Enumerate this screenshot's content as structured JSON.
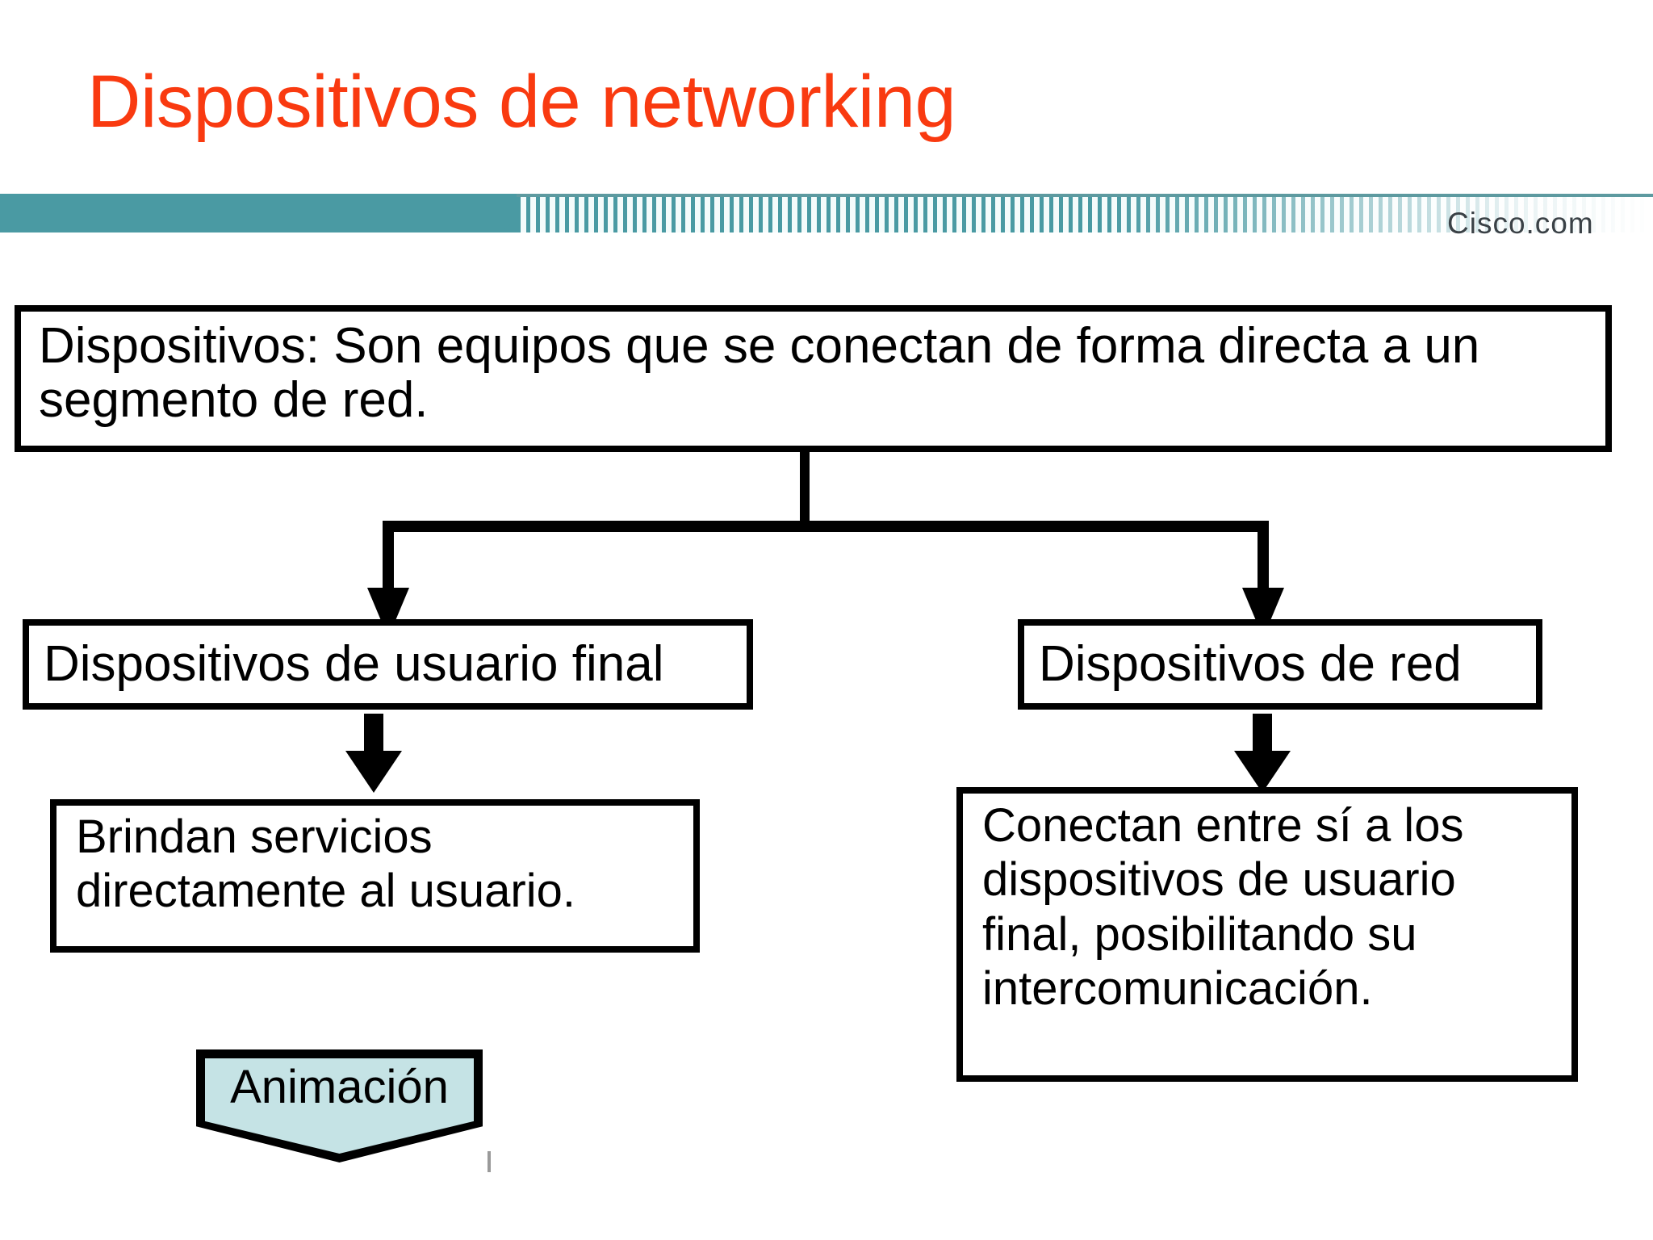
{
  "slide": {
    "title": "Dispositivos de networking",
    "title_color": "#F93A10",
    "brand": {
      "logo_text": "Cisco.com",
      "band_color": "#4a9aa3"
    }
  },
  "diagram": {
    "root": {
      "text": "Dispositivos: Son equipos que se conectan de forma directa a un segmento de red."
    },
    "branches": [
      {
        "label": "Dispositivos de usuario final",
        "description": "Brindan servicios directamente al usuario."
      },
      {
        "label": "Dispositivos de red",
        "description": "Conectan entre sí a los dispositivos de usuario final, posibilitando su intercomunicación."
      }
    ]
  },
  "animation_button": {
    "label": "Animación",
    "fill_color": "#c5e3e5"
  }
}
